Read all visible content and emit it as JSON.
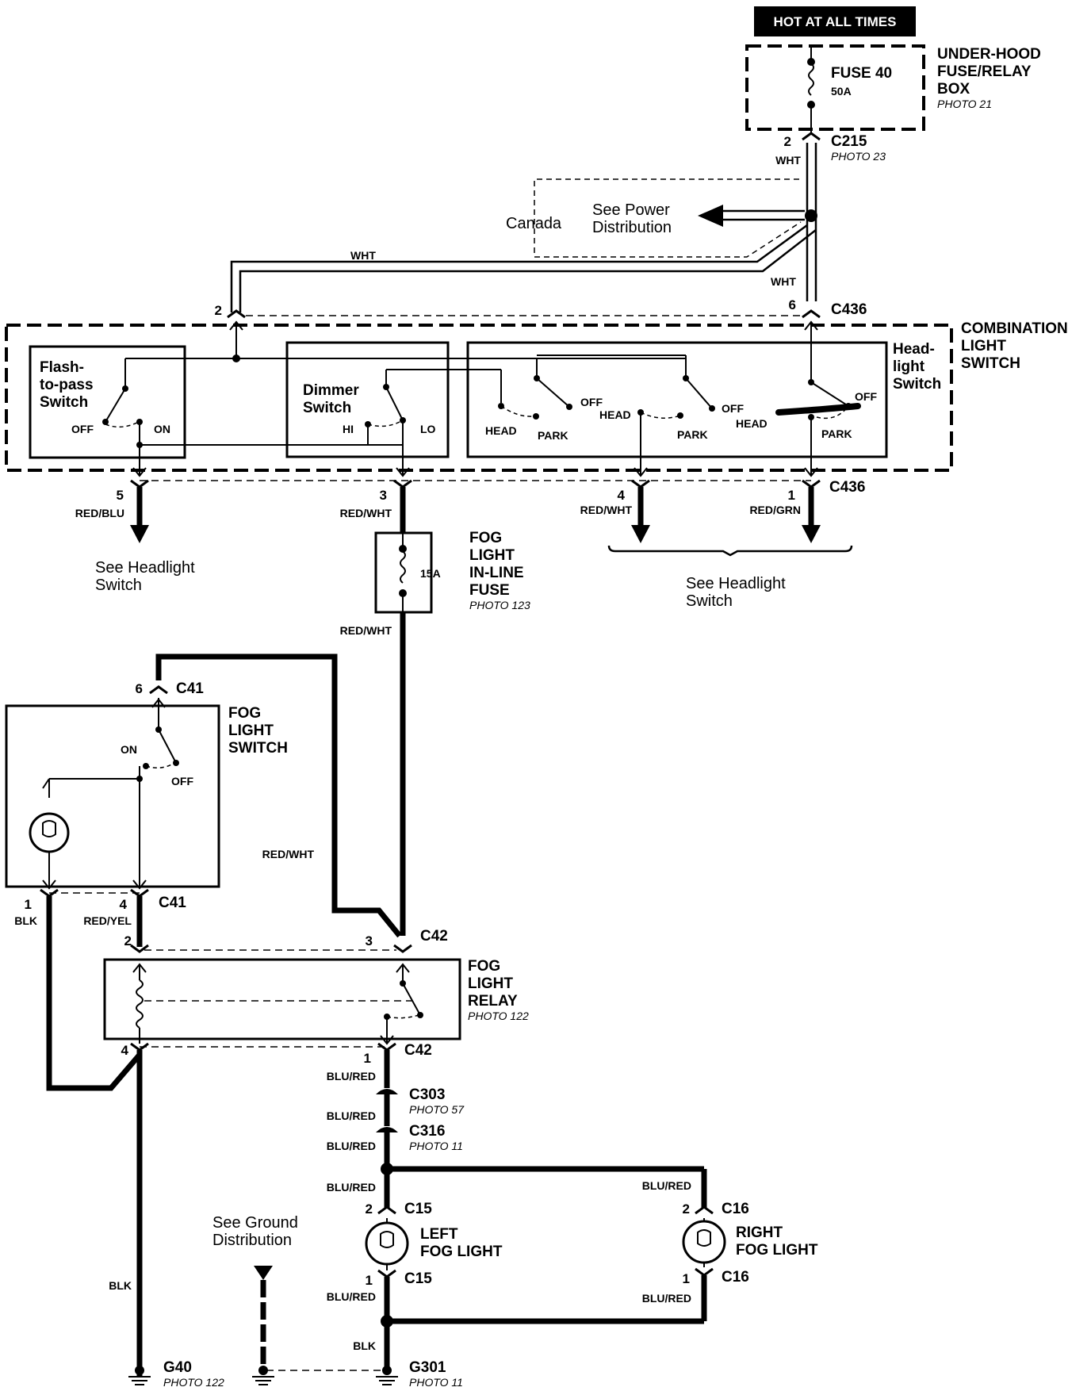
{
  "header": {
    "hot_label": "HOT AT ALL TIMES"
  },
  "fusebox": {
    "title_lines": [
      "UNDER-HOOD",
      "FUSE/RELAY",
      "BOX"
    ],
    "photo": "PHOTO 21",
    "fuse_name": "FUSE 40",
    "fuse_rating": "50A"
  },
  "connectors": {
    "c215": {
      "name": "C215",
      "photo": "PHOTO 23",
      "pin": "2",
      "wire": "WHT"
    },
    "c436_top": {
      "name": "C436",
      "pin2": "2",
      "pin6": "6"
    },
    "c436_bottom": {
      "name": "C436",
      "pin5": "5",
      "pin3": "3",
      "pin4": "4",
      "pin1": "1"
    },
    "c41_top": {
      "name": "C41",
      "pin": "6"
    },
    "c41_bottom": {
      "name": "C41",
      "pin1": "1",
      "pin4": "4"
    },
    "c42_top": {
      "name": "C42",
      "pin2": "2",
      "pin3": "3"
    },
    "c42_bottom": {
      "name": "C42",
      "pin4": "4",
      "pin1": "1"
    },
    "c303": {
      "name": "C303",
      "photo": "PHOTO 57"
    },
    "c316": {
      "name": "C316",
      "photo": "PHOTO 11"
    },
    "c15_top": {
      "name": "C15",
      "pin": "2"
    },
    "c15_bottom": {
      "name": "C15",
      "pin": "1"
    },
    "c16_top": {
      "name": "C16",
      "pin": "2"
    },
    "c16_bottom": {
      "name": "C16",
      "pin": "1"
    }
  },
  "power_dist": {
    "canada": "Canada",
    "line1": "See Power",
    "line2": "Distribution"
  },
  "wires": {
    "wht_left": "WHT",
    "wht_right": "WHT",
    "red_blu": "RED/BLU",
    "red_wht_3": "RED/WHT",
    "red_wht_4": "RED/WHT",
    "red_grn": "RED/GRN",
    "red_wht_fuse_out": "RED/WHT",
    "red_wht_loop": "RED/WHT",
    "blk_1": "BLK",
    "red_yel": "RED/YEL",
    "blu_red_1": "BLU/RED",
    "blu_red_2": "BLU/RED",
    "blu_red_3": "BLU/RED",
    "blu_red_4": "BLU/RED",
    "blu_red_right_top": "BLU/RED",
    "blu_red_5": "BLU/RED",
    "blu_red_right_bottom": "BLU/RED",
    "blk_ground": "BLK",
    "blk_g301": "BLK"
  },
  "combo_switch": {
    "title_lines": [
      "COMBINATION",
      "LIGHT",
      "SWITCH"
    ],
    "flash_lines": [
      "Flash-",
      "to-pass",
      "Switch"
    ],
    "flash_off": "OFF",
    "flash_on": "ON",
    "dimmer_lines": [
      "Dimmer",
      "Switch"
    ],
    "dimmer_hi": "HI",
    "dimmer_lo": "LO",
    "headlight_lines": [
      "Head-",
      "light",
      "Switch"
    ],
    "head1": "HEAD",
    "park1": "PARK",
    "off1": "OFF",
    "head2": "HEAD",
    "park2": "PARK",
    "off2": "OFF",
    "head3": "HEAD",
    "park3": "PARK",
    "off3": "OFF"
  },
  "see_headlight_left": [
    "See Headlight",
    "Switch"
  ],
  "see_headlight_right": [
    "See Headlight",
    "Switch"
  ],
  "fog_fuse": {
    "title_lines": [
      "FOG",
      "LIGHT",
      "IN-LINE",
      "FUSE"
    ],
    "photo": "PHOTO 123",
    "rating": "15A"
  },
  "fog_switch": {
    "title_lines": [
      "FOG",
      "LIGHT",
      "SWITCH"
    ],
    "on": "ON",
    "off": "OFF"
  },
  "fog_relay": {
    "title_lines": [
      "FOG",
      "LIGHT",
      "RELAY"
    ],
    "photo": "PHOTO 122"
  },
  "left_fog": {
    "lines": [
      "LEFT",
      "FOG LIGHT"
    ]
  },
  "right_fog": {
    "lines": [
      "RIGHT",
      "FOG LIGHT"
    ]
  },
  "ground_dist": [
    "See Ground",
    "Distribution"
  ],
  "grounds": {
    "g40": {
      "name": "G40",
      "photo": "PHOTO 122"
    },
    "g301": {
      "name": "G301",
      "photo": "PHOTO 11"
    }
  }
}
